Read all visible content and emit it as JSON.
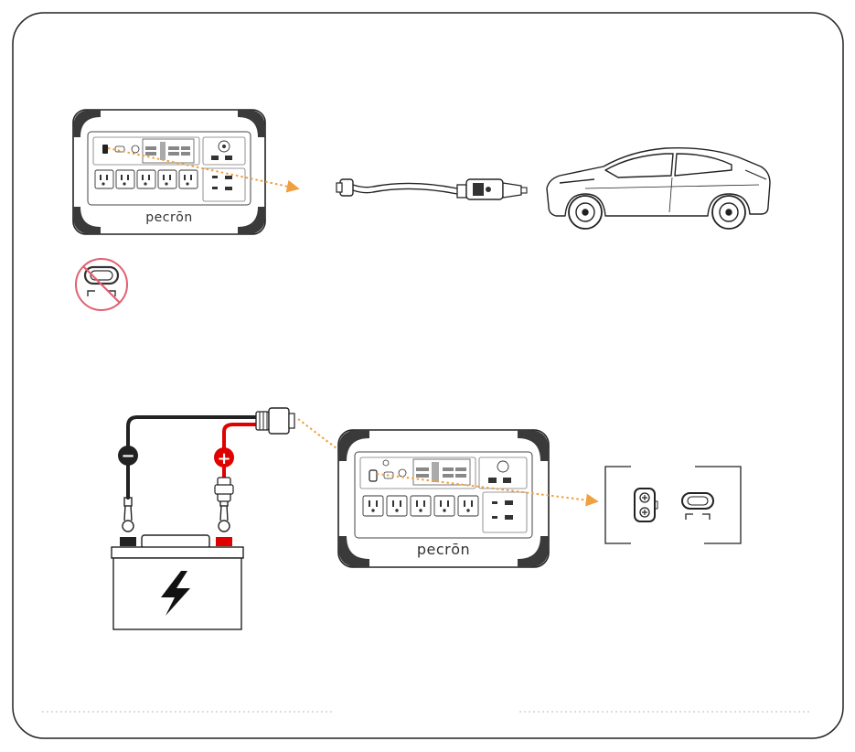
{
  "page": {
    "frame": "rounded-border"
  },
  "scene_top": {
    "station": {
      "brand": "pecrōn",
      "highlighted_port": "dc-5521-port"
    },
    "cable": {
      "type": "car-charger-cable"
    },
    "car": {
      "type": "suv"
    },
    "prohibited": {
      "icon": "no-car-port-icon"
    }
  },
  "scene_bottom": {
    "battery": {
      "negative": "−",
      "positive": "+",
      "icon": "lightning-bolt-icon"
    },
    "station": {
      "brand": "pecrōn",
      "highlighted_port": "anderson-port"
    },
    "callout": {
      "ports": [
        "anderson-port-icon",
        "car-port-icon"
      ]
    }
  },
  "colors": {
    "line": "#222222",
    "arrow": "#f0a040",
    "prohibit": "#e06070",
    "negative": "#222222",
    "positive": "#e00000"
  }
}
